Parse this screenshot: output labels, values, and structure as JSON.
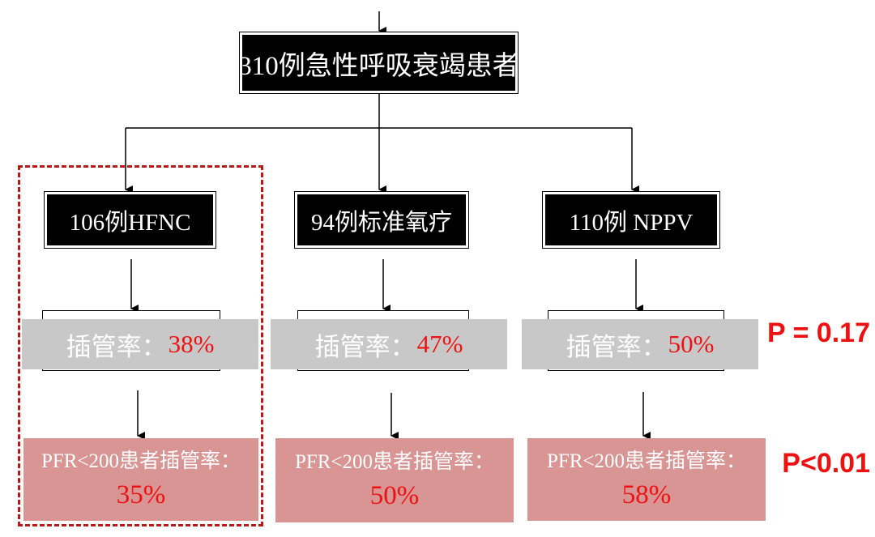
{
  "diagram": {
    "root": {
      "label": "310例急性呼吸衰竭患者"
    },
    "groups": [
      {
        "name": "106例HFNC",
        "intubation_label": "插管率：",
        "intubation_value": "38%",
        "pfr_label": "PFR<200患者插管率：",
        "pfr_value": "35%",
        "highlighted": true
      },
      {
        "name": "94例标准氧疗",
        "intubation_label": "插管率：",
        "intubation_value": "47%",
        "pfr_label": "PFR<200患者插管率：",
        "pfr_value": "50%",
        "highlighted": false
      },
      {
        "name": "110例 NPPV",
        "intubation_label": "插管率：",
        "intubation_value": "50%",
        "pfr_label": "PFR<200患者插管率：",
        "pfr_value": "58%",
        "highlighted": false
      }
    ],
    "p_values": {
      "intubation": "P = 0.17",
      "pfr": "P<0.01"
    },
    "colors": {
      "node_fill": "#000000",
      "node_text": "#ffffff",
      "band_fill": "#c8c8c8",
      "pink_fill": "#d99494",
      "accent_red": "#ee1111",
      "highlight_border": "#b81a1a"
    }
  }
}
